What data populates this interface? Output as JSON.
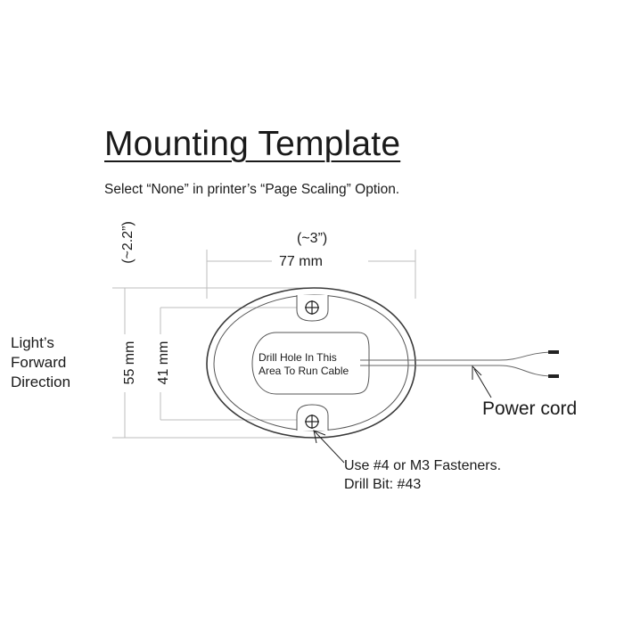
{
  "title": "Mounting Template",
  "subtitle": "Select “None” in printer’s “Page Scaling” Option.",
  "dimensions": {
    "width_inches": "(~3”)",
    "width_mm": "77 mm",
    "height_inches": "(~2.2”)",
    "height_outer_mm": "55 mm",
    "height_inner_mm": "41 mm"
  },
  "direction_label": [
    "Light’s",
    "Forward",
    "Direction"
  ],
  "drill_area_label": [
    "Drill Hole In This",
    "Area To Run Cable"
  ],
  "power_cord_label": "Power cord",
  "fastener_note": [
    "Use #4 or M3 Fasteners.",
    "Drill Bit: #43"
  ]
}
